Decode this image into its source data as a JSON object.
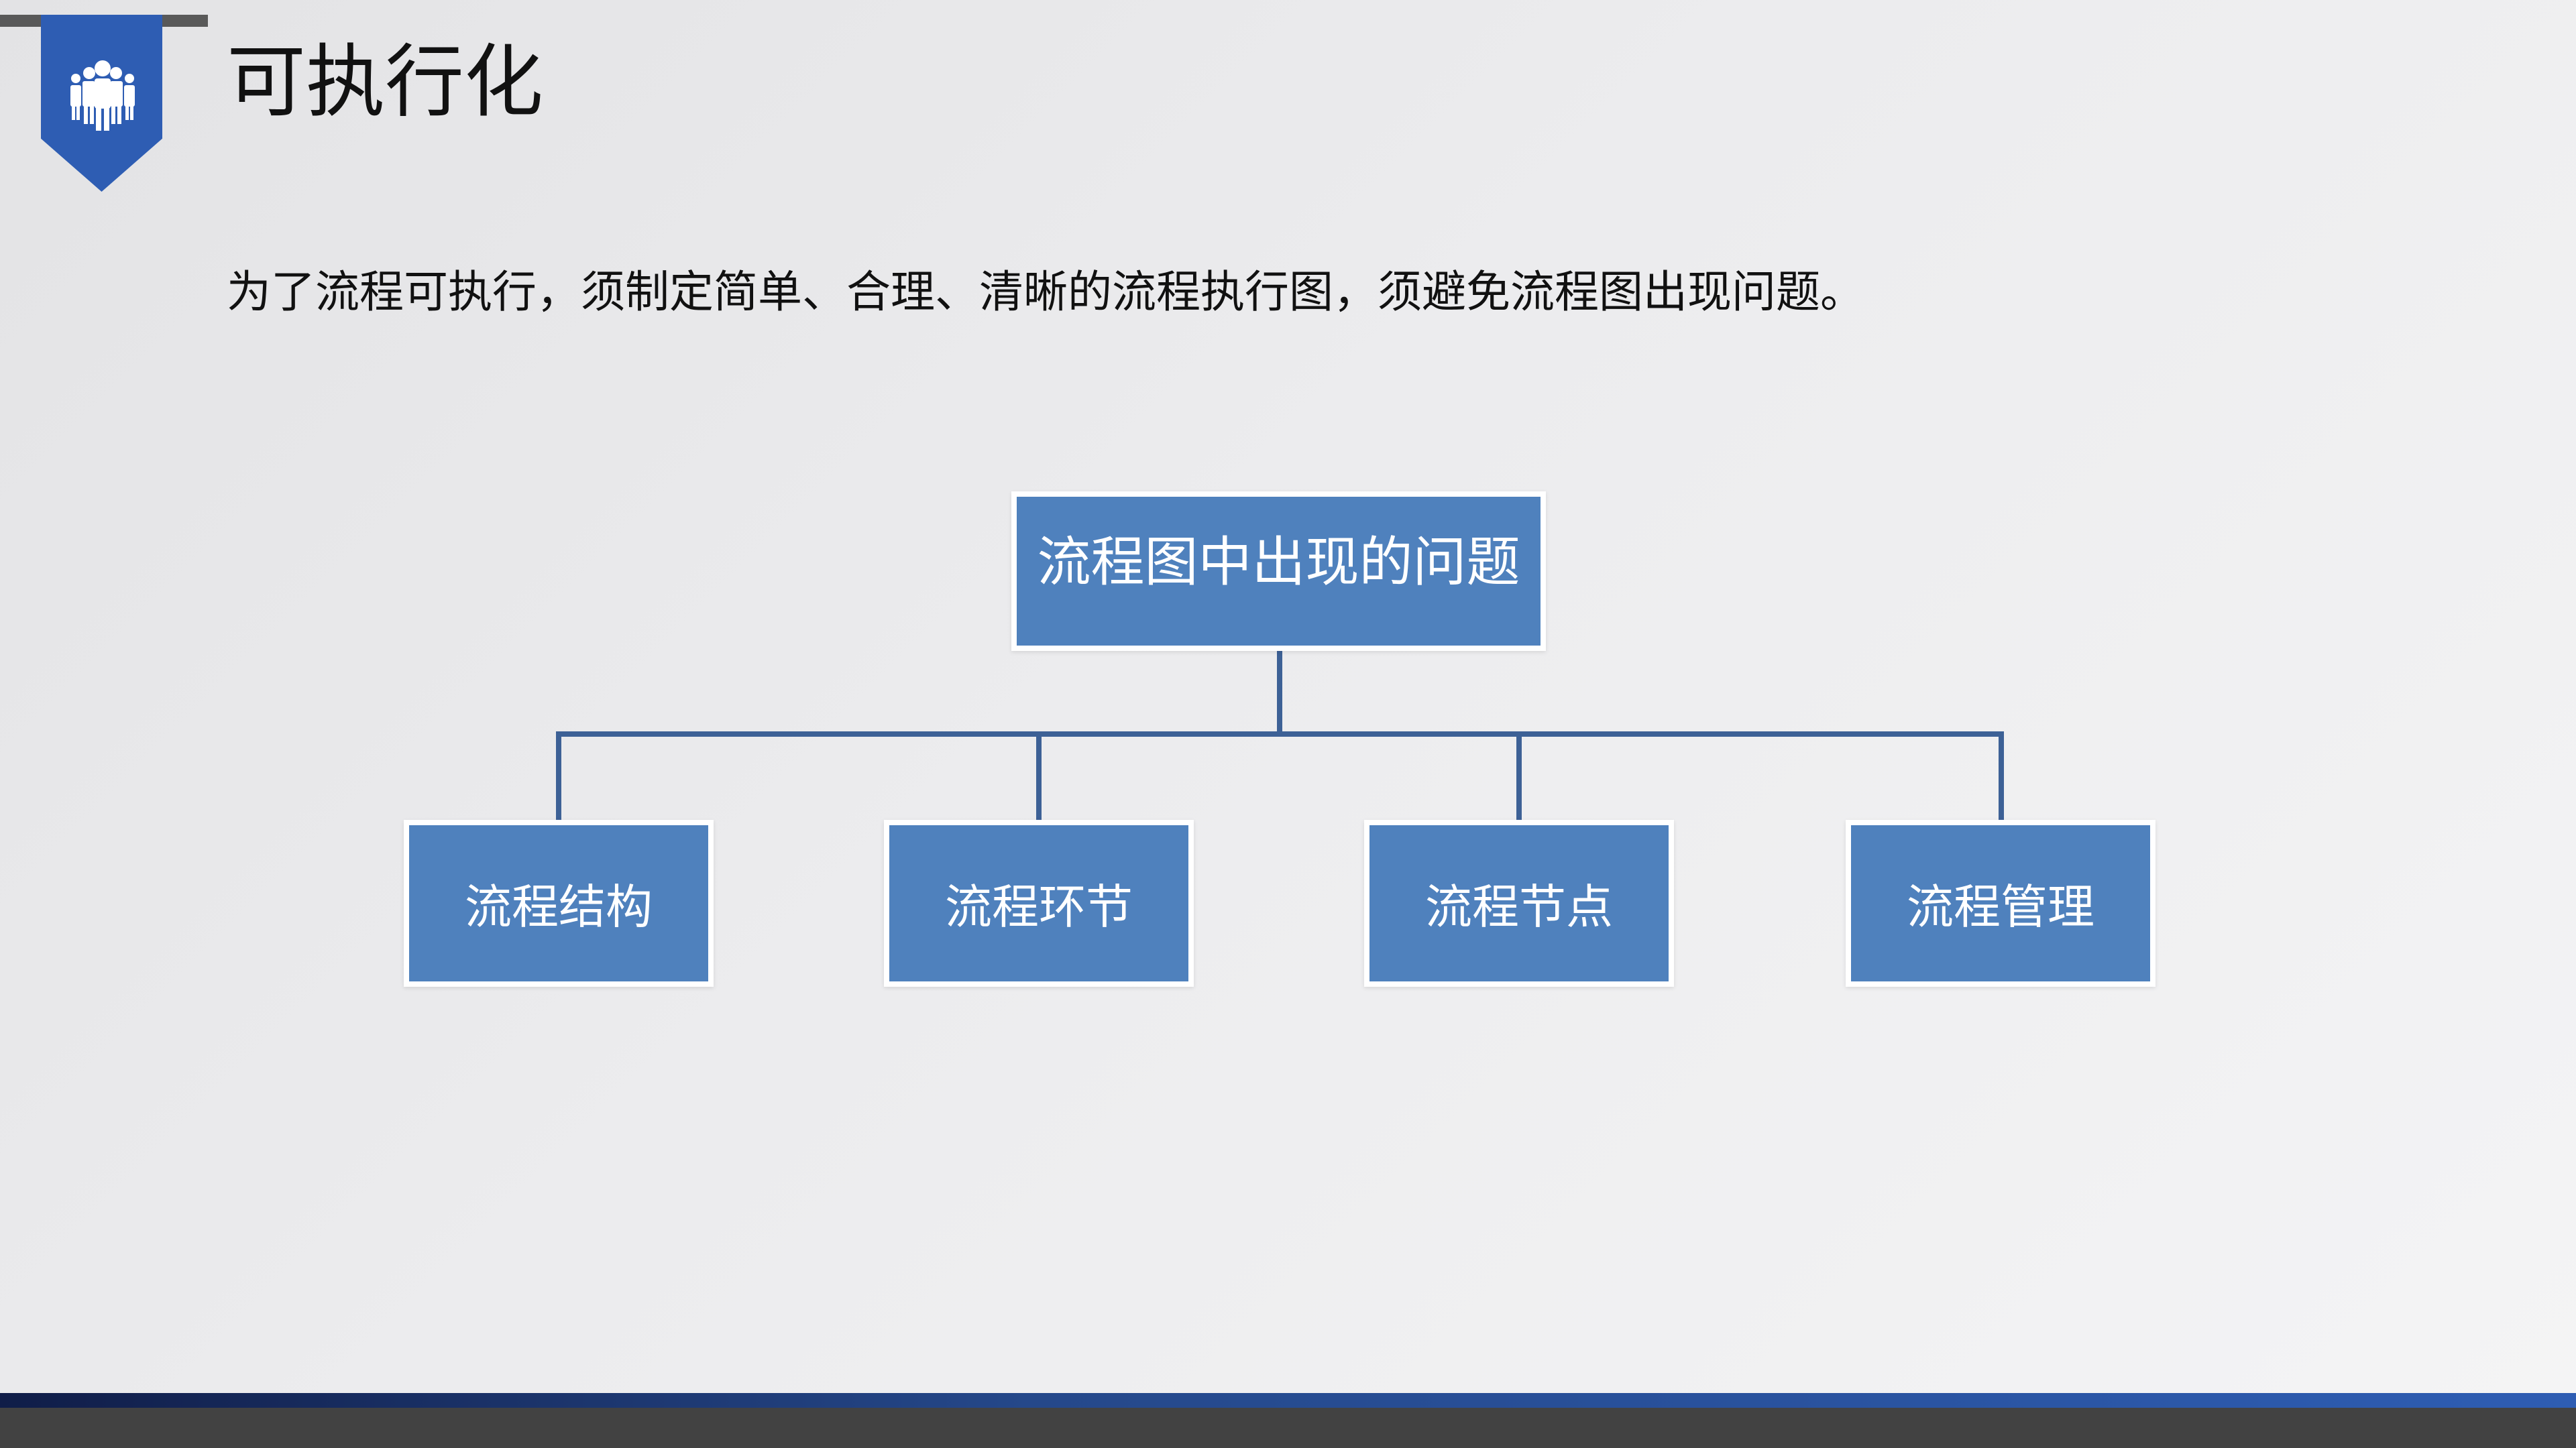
{
  "header": {
    "title": "可执行化",
    "icon": "people-group-icon"
  },
  "subtitle": "为了流程可执行，须制定简单、合理、清晰的流程执行图，须避免流程图出现问题。",
  "diagram": {
    "root": "流程图中出现的问题",
    "children": [
      "流程结构",
      "流程环节",
      "流程节点",
      "流程管理"
    ]
  },
  "colors": {
    "box": "#4f81bd",
    "connector": "#3d6196",
    "banner": "#2e5db3"
  }
}
